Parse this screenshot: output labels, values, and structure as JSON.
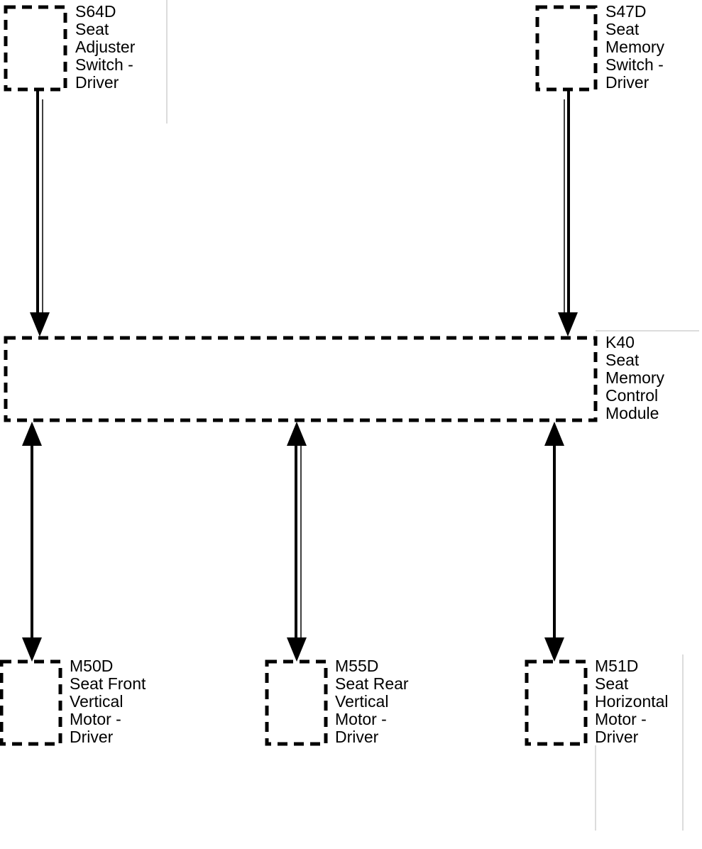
{
  "components": {
    "s64d": {
      "id": "S64D",
      "lines": [
        "Seat",
        "Adjuster",
        "Switch -",
        "Driver"
      ]
    },
    "s47d": {
      "id": "S47D",
      "lines": [
        "Seat",
        "Memory",
        "Switch -",
        "Driver"
      ]
    },
    "k40": {
      "id": "K40",
      "lines": [
        "Seat",
        "Memory",
        "Control",
        "Module"
      ]
    },
    "m50d": {
      "id": "M50D",
      "lines": [
        "Seat Front",
        "Vertical",
        "Motor -",
        "Driver"
      ]
    },
    "m55d": {
      "id": "M55D",
      "lines": [
        "Seat Rear",
        "Vertical",
        "Motor -",
        "Driver"
      ]
    },
    "m51d": {
      "id": "M51D",
      "lines": [
        "Seat",
        "Horizontal",
        "Motor -",
        "Driver"
      ]
    }
  },
  "connections": [
    {
      "from": "S64D",
      "to": "K40",
      "direction": "one-way"
    },
    {
      "from": "S47D",
      "to": "K40",
      "direction": "one-way"
    },
    {
      "from": "K40",
      "to": "M50D",
      "direction": "two-way"
    },
    {
      "from": "K40",
      "to": "M55D",
      "direction": "two-way"
    },
    {
      "from": "K40",
      "to": "M51D",
      "direction": "two-way"
    }
  ]
}
